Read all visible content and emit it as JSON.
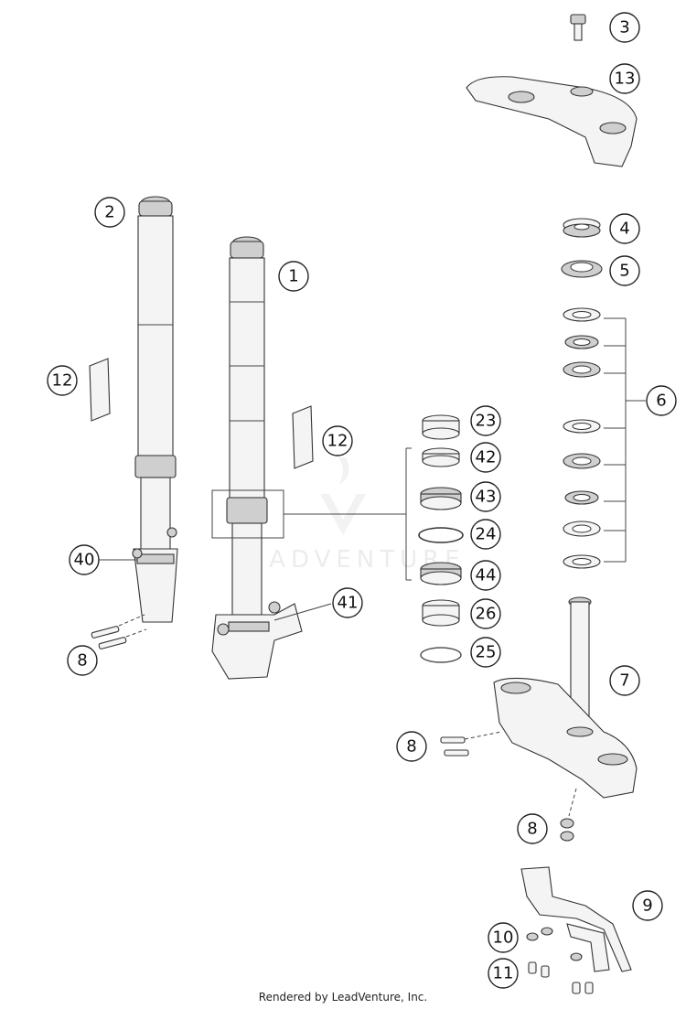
{
  "diagram": {
    "callouts": [
      {
        "label": "1"
      },
      {
        "label": "2"
      },
      {
        "label": "3"
      },
      {
        "label": "4"
      },
      {
        "label": "5"
      },
      {
        "label": "6"
      },
      {
        "label": "7"
      },
      {
        "label": "8"
      },
      {
        "label": "8"
      },
      {
        "label": "8"
      },
      {
        "label": "9"
      },
      {
        "label": "10"
      },
      {
        "label": "11"
      },
      {
        "label": "12"
      },
      {
        "label": "12"
      },
      {
        "label": "13"
      },
      {
        "label": "23"
      },
      {
        "label": "24"
      },
      {
        "label": "25"
      },
      {
        "label": "26"
      },
      {
        "label": "40"
      },
      {
        "label": "41"
      },
      {
        "label": "42"
      },
      {
        "label": "43"
      },
      {
        "label": "44"
      }
    ],
    "watermark": "LEADVENTURE"
  },
  "footer": {
    "text": "Rendered by LeadVenture, Inc."
  }
}
